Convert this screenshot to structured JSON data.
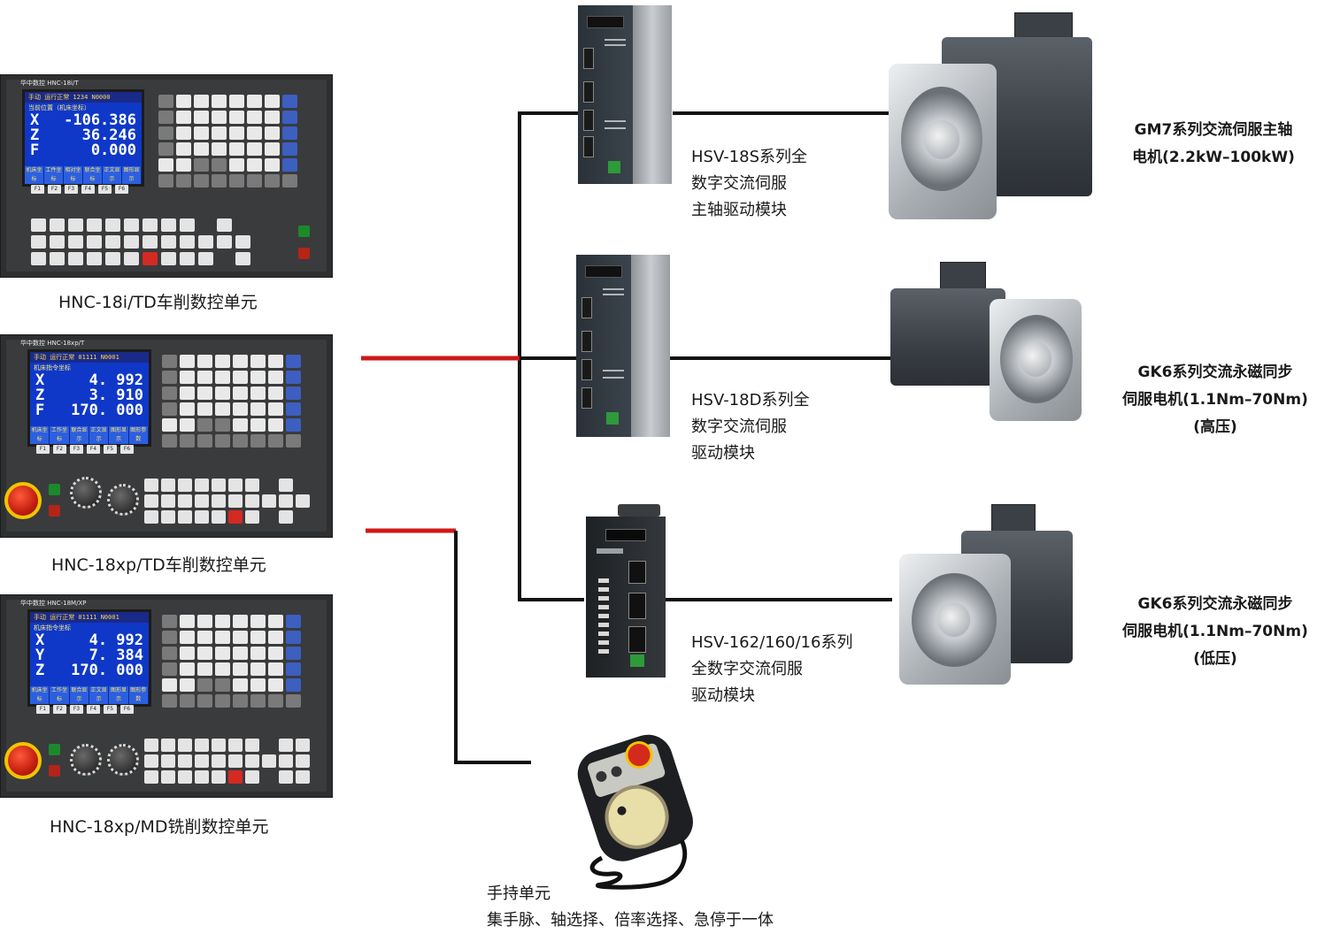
{
  "cnc_units": [
    {
      "caption": "HNC-18i/TD车削数控单元",
      "brand": "华中数控 HNC-18i/T",
      "status": "手动        运行正常   1234   N0000",
      "position_title": "当前位置（机床坐标）",
      "axes": [
        {
          "axis": "X",
          "value": "-106.386"
        },
        {
          "axis": "Z",
          "value": "36.246"
        },
        {
          "axis": "F",
          "value": "0.000"
        }
      ],
      "softkeys": [
        "机床坐标",
        "工件坐标",
        "相对坐标",
        "联合坐标",
        "正文显示",
        "图形显示"
      ],
      "fkeys": [
        "F1",
        "F2",
        "F3",
        "F4",
        "F5",
        "F6"
      ]
    },
    {
      "caption": "HNC-18xp/TD车削数控单元",
      "brand": "华中数控 HNC-18xp/T",
      "status": "手动      运行正常    01111    N0001",
      "position_title": "机床指令坐标",
      "axes": [
        {
          "axis": "X",
          "value": "4. 992"
        },
        {
          "axis": "Z",
          "value": "3. 910"
        },
        {
          "axis": "F",
          "value": "170. 000"
        }
      ],
      "softkeys": [
        "机床坐标",
        "工作坐标",
        "联合显示",
        "正文显示",
        "图形显示",
        "图形参数"
      ],
      "fkeys": [
        "F1",
        "F2",
        "F3",
        "F4",
        "F5",
        "F6"
      ]
    },
    {
      "caption": "HNC-18xp/MD铣削数控单元",
      "brand": "华中数控 HNC-18M/XP",
      "status": "手动      运行正常    01111    N0001",
      "position_title": "机床指令坐标",
      "axes": [
        {
          "axis": "X",
          "value": "4. 992"
        },
        {
          "axis": "Y",
          "value": "7. 384"
        },
        {
          "axis": "Z",
          "value": "170. 000"
        }
      ],
      "softkeys": [
        "机床坐标",
        "工作坐标",
        "联合显示",
        "正文显示",
        "图形显示",
        "图形参数"
      ],
      "fkeys": [
        "F1",
        "F2",
        "F3",
        "F4",
        "F5",
        "F6"
      ]
    }
  ],
  "drives": [
    {
      "label_lines": [
        "HSV-18S系列全",
        "数字交流伺服",
        "主轴驱动模块"
      ]
    },
    {
      "label_lines": [
        "HSV-18D系列全",
        "数字交流伺服",
        "驱动模块"
      ]
    },
    {
      "label_lines": [
        "HSV-162/160/16系列",
        "全数字交流伺服",
        "驱动模块"
      ]
    }
  ],
  "motors": [
    {
      "label_lines": [
        "GM7系列交流伺服主轴",
        "电机(2.2kW–100kW)"
      ]
    },
    {
      "label_lines": [
        "GK6系列交流永磁同步",
        "伺服电机(1.1Nm–70Nm)",
        "(高压)"
      ]
    },
    {
      "label_lines": [
        "GK6系列交流永磁同步",
        "伺服电机(1.1Nm–70Nm)",
        "(低压)"
      ]
    }
  ],
  "handheld": {
    "label_lines": [
      "手持单元",
      "集手脉、轴选择、倍率选择、急停于一体"
    ]
  },
  "colors": {
    "line_black": "#111111",
    "line_red": "#d01818"
  }
}
